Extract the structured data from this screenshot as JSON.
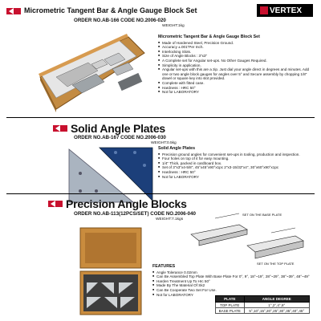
{
  "brand": {
    "name": "VERTEX"
  },
  "sections": [
    {
      "title": "Micrometric Tangent Bar & Angle Gauge Block Set",
      "order": "ORDER NO.AB-166   CODE NO.2006-020",
      "weight": "WEIGHT:1kg",
      "features_title": "Micrometric Tangent Bar & Angle Gauge Block Set",
      "features": [
        "Made of Hardened Steel, Precision Ground.",
        "Accuracy ±.001\"Per Inch.",
        "Interlocking Slots.",
        "Size of Angle Blocks : 3\"x3\"",
        "A Complete set for Angular set-ups. No Other Gauges Required.",
        "Simplicity in application.",
        "Angular set-ups with this are a zip. Just dial your angle direct in degrees and minutes. Add one or two angle block gauges for angles over 5° and Secure assembly by chopping 1/8\" dowel or square key into slot provided.",
        "Complete with fitted case.",
        "Hardness : HRC 50°",
        "Not for LABORATORY"
      ]
    },
    {
      "title": "Solid Angle Plates",
      "order": "ORDER NO.AB-167   CODE NO.2006-030",
      "weight": "WEIGHT:0.5kg",
      "features_title": "Solid Angle Plates",
      "features": [
        "Precision ground angles for convenient set-ups in tooling, production and inspection.",
        "Four holes on top of it for easy mounting.",
        "1/4\" Thick, packed in cardboard box.",
        "Set of 3\"x3\"x4-5/8\", 45°x45°x90°x1pc 2\"x3-15/32\"x4\", 30°x60°x90°x1pc",
        "Hardness : HRC 50°",
        "Not for LABORATORY"
      ]
    },
    {
      "title": "Precision Angle Blocks",
      "order": "ORDER NO.AB-113(12PCS/SET)  CODE NO.2006-040",
      "weight": "WEIGHT:7.1kgs",
      "features_title": "FEATURES",
      "features": [
        "Angle Tolerance 0.02mm",
        "Can Be Assembled Top Plate With Base Plate For 0°, 9°, 18°~19°, 28°~29°, 38°~39°, 48°~49°",
        "Harden Treatment Up To Hrc 50°",
        "Made By The Material Of Sk2",
        "Can Be Cooperate Two Set For Use.",
        "Not for LABORATORY"
      ],
      "table": {
        "headers": [
          "PLATE",
          "ANGLE DEGREE"
        ],
        "rows": [
          [
            "TOP PLATE",
            "1°,2°,4°,8°"
          ],
          [
            "BASE PLATE",
            "5°,10°,15°,20°,25°,30°,35°,40°,45°"
          ]
        ]
      },
      "diagram_labels": [
        "SET ON THE BASE PLATE",
        "SET ON THE TOP PLATE"
      ]
    }
  ]
}
